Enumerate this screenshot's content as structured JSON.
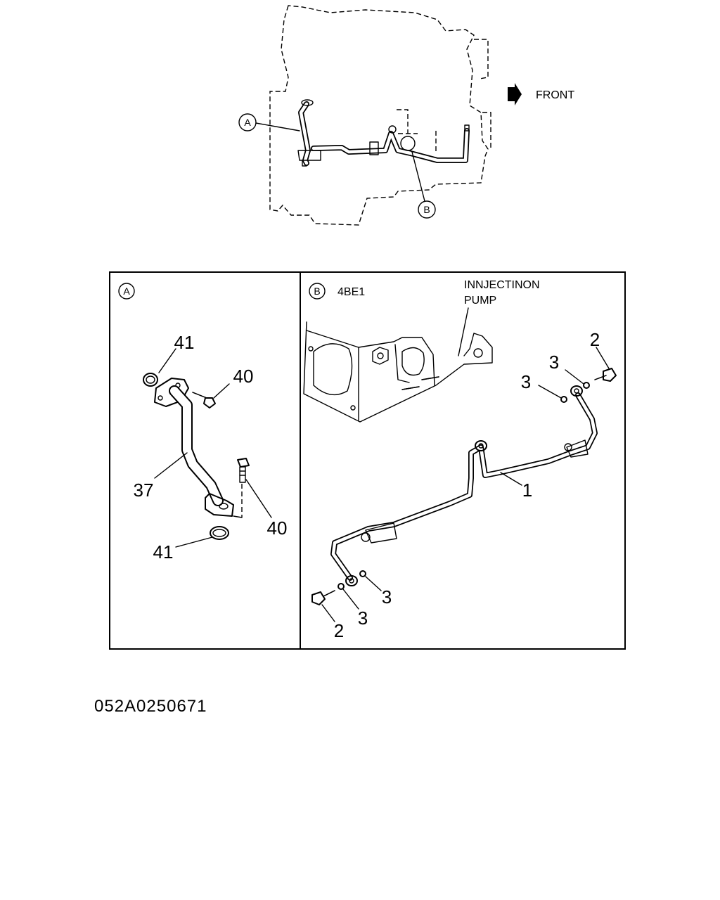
{
  "overview": {
    "direction_label": "FRONT",
    "callout_a": "A",
    "callout_b": "B"
  },
  "panel_a": {
    "letter": "A",
    "callouts": {
      "ring_top": "41",
      "bolt_top": "40",
      "pipe": "37",
      "bolt_bottom": "40",
      "ring_bottom": "41"
    }
  },
  "panel_b": {
    "letter": "B",
    "engine_model": "4BE1",
    "pump_label_line1": "INNJECTINON",
    "pump_label_line2": "PUMP",
    "callouts": {
      "bolt_upper": "2",
      "washer_upper_1": "3",
      "washer_upper_2": "3",
      "pipe": "1",
      "washer_lower_1": "3",
      "washer_lower_2": "3",
      "bolt_lower": "2"
    }
  },
  "document_id": "052A0250671"
}
